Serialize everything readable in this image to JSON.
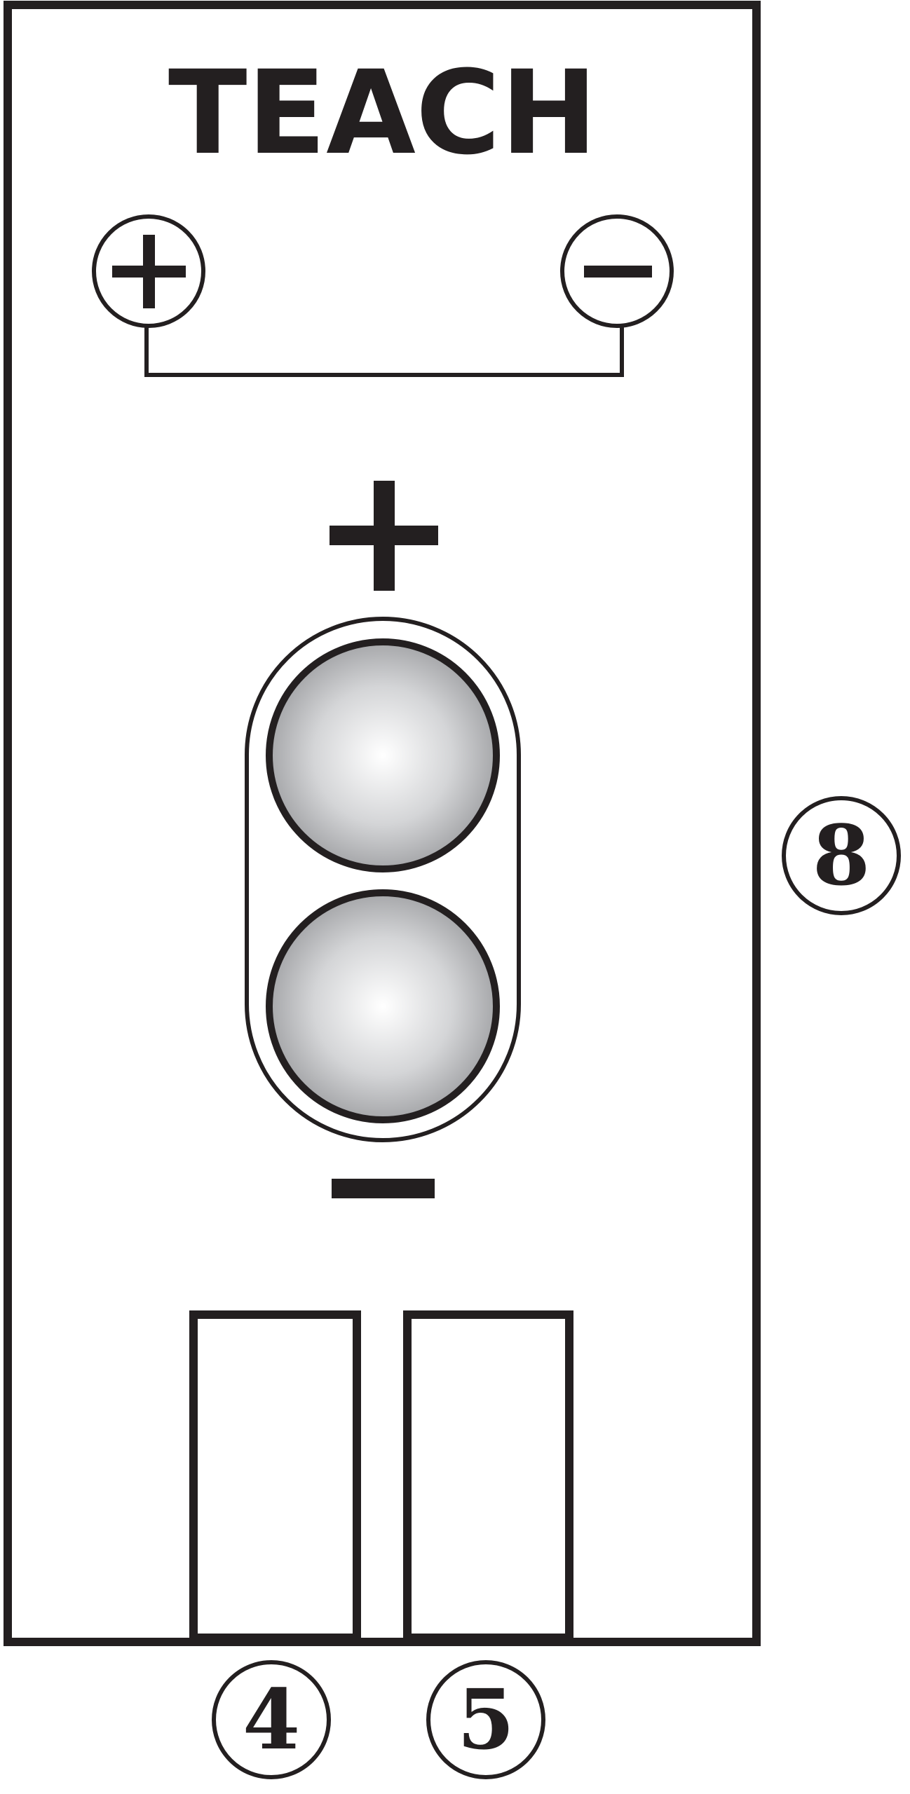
{
  "panel": {
    "title": "TEACH"
  },
  "teach_buttons": {
    "plus_symbol": "+",
    "minus_symbol": "−"
  },
  "level_indicator": {
    "plus_symbol": "+",
    "minus_symbol": "−"
  },
  "callouts": {
    "device": "8",
    "terminal_left": "4",
    "terminal_right": "5"
  },
  "colors": {
    "ink": "#231f20",
    "background": "#ffffff",
    "lamp_highlight": "#ffffff",
    "lamp_shade": "#9a9b9e"
  }
}
